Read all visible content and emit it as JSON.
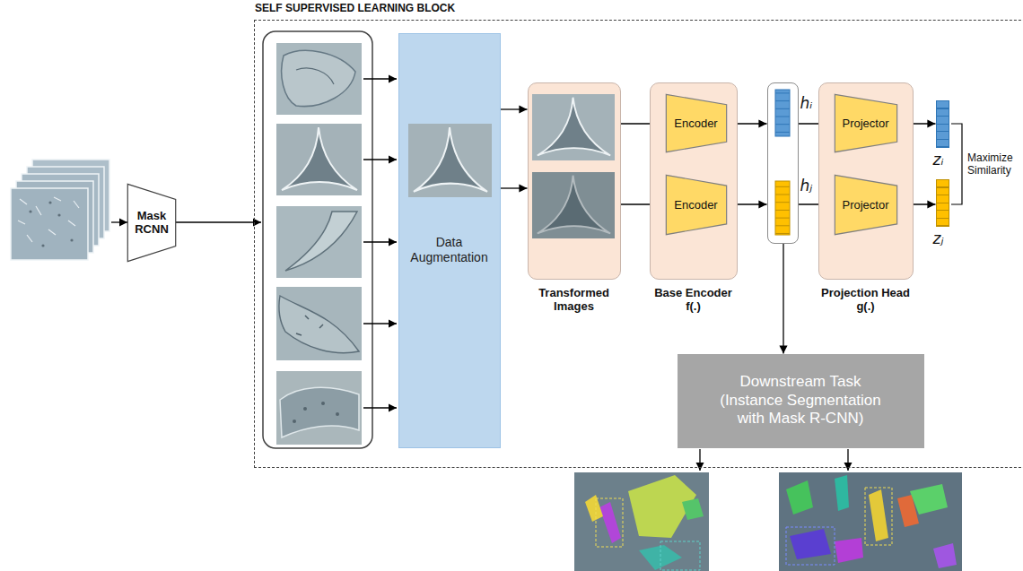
{
  "diagram": {
    "nodes": [
      {
        "text": [
          "Mask RCNN"
        ]
      },
      {
        "text": [
          "SELF SUPERVISED LEARNING BLOCK"
        ]
      },
      {
        "text": [
          "Data Augmentation"
        ],
        "in": 1
      },
      {
        "text": [
          "Transformed Images"
        ],
        "in": 1
      },
      {
        "text": [
          "Base Encoder f(.)"
        ],
        "in": 1
      },
      {
        "text": [
          "Encoder"
        ],
        "in": 4
      },
      {
        "text": [
          "Encoder"
        ],
        "in": 4
      },
      {
        "text": [
          "hᵢ",
          "hⱼ"
        ],
        "in": 1
      },
      {
        "text": [
          "Projection Head g(.)"
        ],
        "in": 1
      },
      {
        "text": [
          "Projector"
        ],
        "in": 8
      },
      {
        "text": [
          "Projector"
        ],
        "in": 8
      },
      {
        "text": [
          "zᵢ"
        ],
        "in": 1
      },
      {
        "text": [
          "zⱼ"
        ],
        "in": 1
      },
      {
        "text": [
          "Downstream Task (Instance Segmentation with Mask R-CNN)"
        ],
        "in": 1
      }
    ],
    "edges": [
      {
        "from": 2,
        "to": 3,
        "arrow": "to"
      },
      {
        "from": 2,
        "to": 3,
        "arrow": "to"
      },
      {
        "from": 3,
        "to": 5,
        "arrow": "to"
      },
      {
        "from": 3,
        "to": 6,
        "arrow": "to"
      },
      {
        "from": 5,
        "to": 7,
        "arrow": "to"
      },
      {
        "from": 6,
        "to": 7,
        "arrow": "to"
      },
      {
        "from": 7,
        "to": 9,
        "arrow": "to"
      },
      {
        "from": 7,
        "to": 10,
        "arrow": "to"
      },
      {
        "from": 9,
        "to": 11,
        "arrow": "to"
      },
      {
        "from": 10,
        "to": 12,
        "arrow": "to"
      },
      {
        "from": 7,
        "to": 13,
        "arrow": "to"
      }
    ],
    "labels": [
      "Maximize Similarity"
    ]
  }
}
